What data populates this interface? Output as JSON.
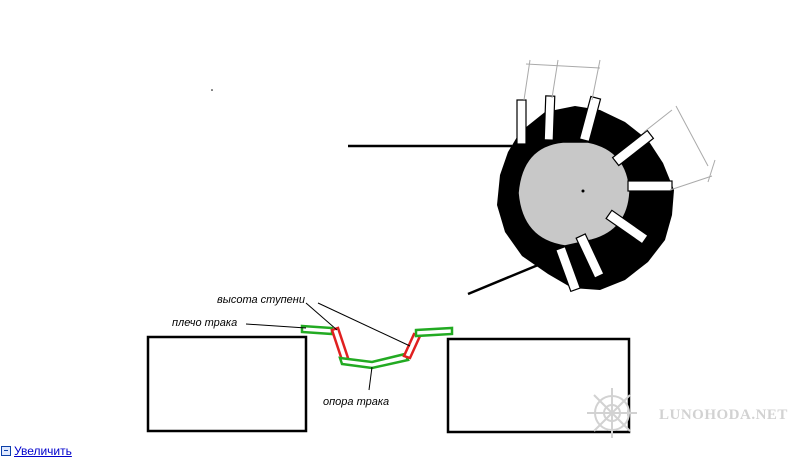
{
  "labels": {
    "step_height": "высота ступени",
    "track_shoulder": "плечо трака",
    "track_support": "опора трака"
  },
  "watermark": "LUNOHODA.NET",
  "zoom_link": "Увеличить",
  "colors": {
    "outline": "#000000",
    "hub": "#c8c8c8",
    "shoulder": "#22aa22",
    "step": "#e02020",
    "dimension": "#aaaaaa",
    "link": "#0000cc",
    "watermark": "#d2d2d2"
  },
  "icons": {
    "zoom": "zoom-icon",
    "watermark_logo": "ship-wheel-icon"
  }
}
